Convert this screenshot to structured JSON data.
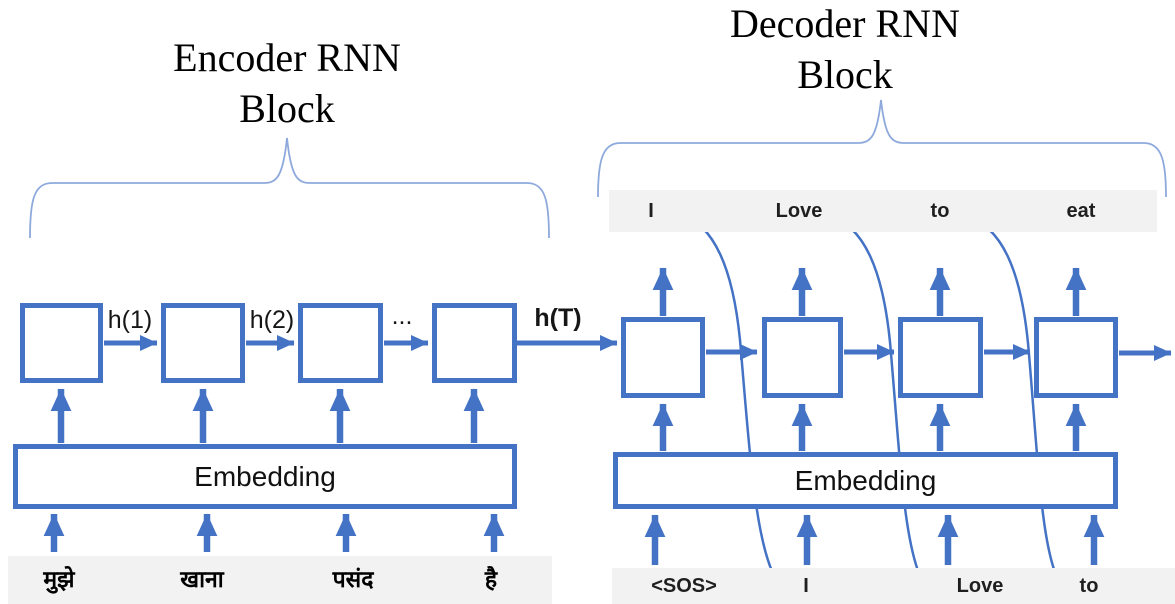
{
  "colors": {
    "accent_blue": "#4472C4",
    "brace_blue": "#8EA9DB",
    "band_gray": "#F2F2F3",
    "word_color": "#1F1F1F"
  },
  "encoder": {
    "title_line1": "Encoder RNN",
    "title_line2": "Block",
    "embedding_label": "Embedding",
    "hidden_state_labels": [
      "h(1)",
      "h(2)",
      "...",
      "h(T)"
    ],
    "input_words": [
      "मुझे",
      "खाना",
      "पसंद",
      "है"
    ]
  },
  "decoder": {
    "title_line1": "Decoder RNN",
    "title_line2": "Block",
    "embedding_label": "Embedding",
    "output_words": [
      "I",
      "Love",
      "to",
      "eat"
    ],
    "input_words": [
      "<SOS>",
      "I",
      "Love",
      "to"
    ]
  }
}
